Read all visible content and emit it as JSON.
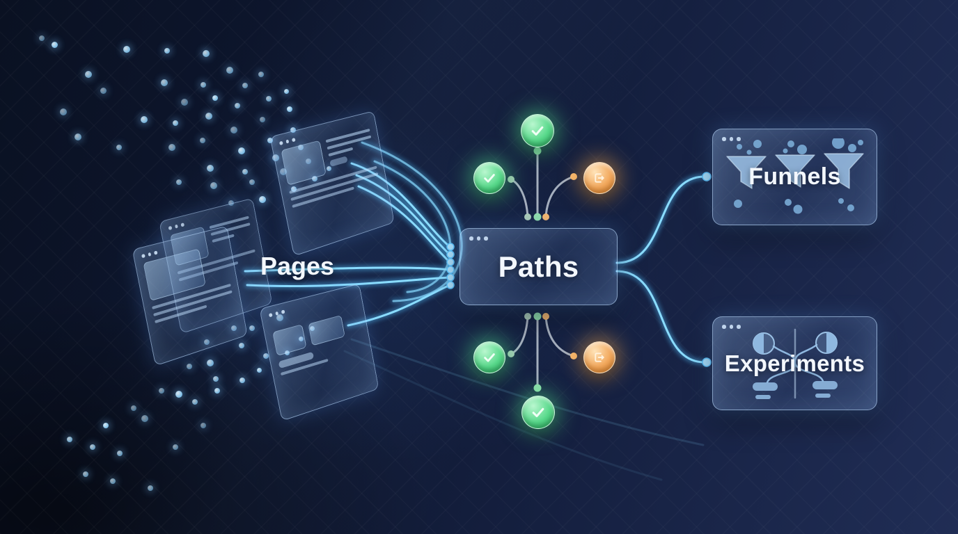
{
  "diagram": {
    "title_implicit": "Pages to Paths to Funnels and Experiments flow",
    "nodes": {
      "pages": {
        "label": "Pages"
      },
      "paths": {
        "label": "Paths"
      },
      "funnels": {
        "label": "Funnels"
      },
      "experiments": {
        "label": "Experiments"
      }
    },
    "branch_icons": [
      {
        "name": "check-icon",
        "color": "green",
        "positions": [
          "top-center",
          "top-left",
          "bottom-left",
          "bottom-center"
        ]
      },
      {
        "name": "exit-icon",
        "color": "orange",
        "positions": [
          "top-right",
          "bottom-right"
        ]
      }
    ]
  },
  "palette": {
    "bg_dark": "#0a1122",
    "bg_light": "#202d55",
    "flow_blue": "#56c3ff",
    "dot_blue": "#9fd8ff",
    "green": "#4ed88a",
    "orange": "#f0a455",
    "connector_gray": "#c9d2dd",
    "card_border": "rgba(190,222,255,0.6)",
    "text": "#f3f7fd"
  },
  "decor": {
    "dots": [
      [
        60,
        55,
        4
      ],
      [
        78,
        64,
        4.5
      ],
      [
        182,
        71,
        5
      ],
      [
        240,
        73,
        4
      ],
      [
        296,
        77,
        5
      ],
      [
        127,
        107,
        5
      ],
      [
        236,
        119,
        5
      ],
      [
        292,
        122,
        4
      ],
      [
        330,
        101,
        5
      ],
      [
        352,
        123,
        4
      ],
      [
        375,
        107,
        4
      ],
      [
        91,
        161,
        5
      ],
      [
        148,
        130,
        4.5
      ],
      [
        265,
        147,
        5
      ],
      [
        309,
        141,
        4
      ],
      [
        411,
        131,
        3.5
      ],
      [
        207,
        172,
        5
      ],
      [
        252,
        177,
        4
      ],
      [
        300,
        167,
        5
      ],
      [
        341,
        152,
        4
      ],
      [
        386,
        142,
        4
      ],
      [
        112,
        197,
        5
      ],
      [
        171,
        212,
        4
      ],
      [
        247,
        212,
        5
      ],
      [
        291,
        202,
        4
      ],
      [
        336,
        187,
        5
      ],
      [
        377,
        172,
        4
      ],
      [
        416,
        157,
        4
      ],
      [
        347,
        217,
        5
      ],
      [
        388,
        202,
        4
      ],
      [
        421,
        187,
        4
      ],
      [
        302,
        242,
        5
      ],
      [
        352,
        247,
        4
      ],
      [
        396,
        227,
        5
      ],
      [
        432,
        212,
        4
      ],
      [
        257,
        262,
        4
      ],
      [
        307,
        267,
        5
      ],
      [
        362,
        262,
        4
      ],
      [
        407,
        247,
        5
      ],
      [
        443,
        232,
        4
      ],
      [
        332,
        292,
        4
      ],
      [
        377,
        287,
        5
      ],
      [
        422,
        272,
        4
      ],
      [
        452,
        257,
        4
      ],
      [
        472,
        242,
        3.5
      ],
      [
        100,
        632,
        4
      ],
      [
        133,
        643,
        4
      ],
      [
        172,
        652,
        4
      ],
      [
        123,
        682,
        4
      ],
      [
        162,
        692,
        4
      ],
      [
        216,
        702,
        4
      ],
      [
        252,
        643,
        4
      ],
      [
        208,
        602,
        5
      ],
      [
        292,
        612,
        4
      ],
      [
        257,
        567,
        5
      ],
      [
        312,
        562,
        4
      ],
      [
        348,
        547,
        4
      ],
      [
        302,
        522,
        5
      ],
      [
        347,
        497,
        4
      ],
      [
        382,
        512,
        4
      ],
      [
        362,
        472,
        4
      ],
      [
        402,
        457,
        5
      ],
      [
        336,
        472,
        4
      ],
      [
        297,
        492,
        4
      ],
      [
        272,
        527,
        4
      ],
      [
        232,
        562,
        4
      ],
      [
        192,
        587,
        4
      ],
      [
        152,
        612,
        4
      ],
      [
        372,
        532,
        3.5
      ],
      [
        412,
        507,
        3.5
      ],
      [
        432,
        487,
        3.5
      ],
      [
        448,
        472,
        3.5
      ],
      [
        310,
        545,
        4
      ],
      [
        280,
        578,
        4
      ]
    ]
  }
}
